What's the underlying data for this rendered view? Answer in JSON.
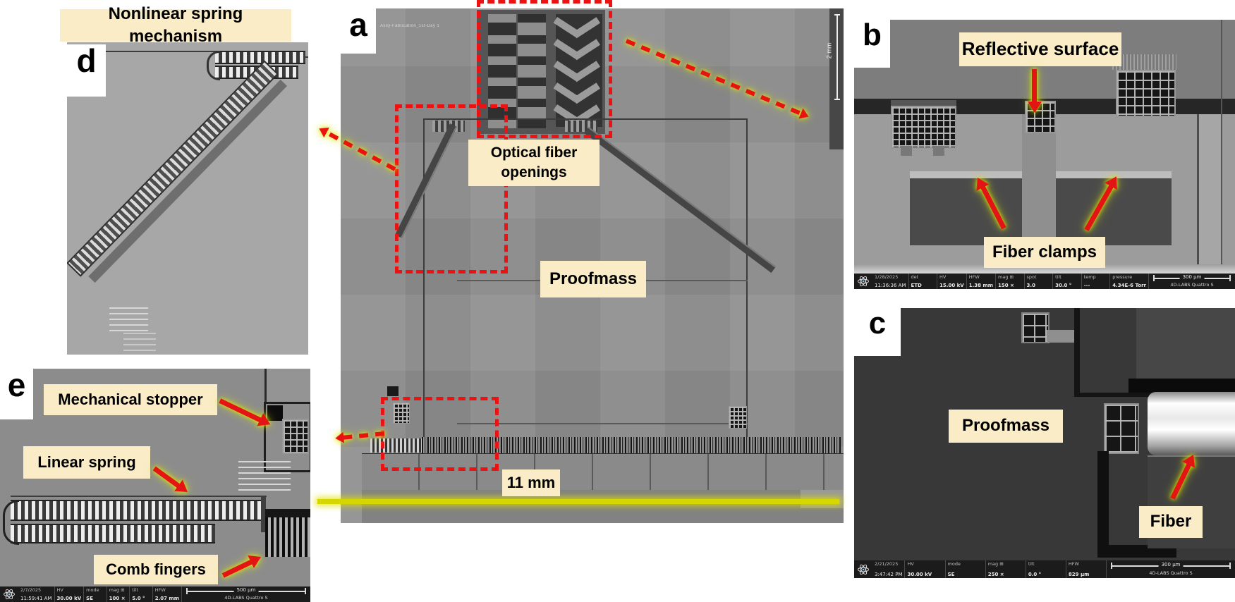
{
  "figure": {
    "panels": {
      "a": {
        "letter": "a",
        "watermark": "Assy-Fabrication_1st-Day 1",
        "scalebar_vertical": "2 mm",
        "annotations": {
          "optical_fiber_line1": "Optical fiber",
          "optical_fiber_line2": "openings",
          "proofmass": "Proofmass",
          "scale_horizontal": "11 mm"
        }
      },
      "b": {
        "letter": "b",
        "annotations": {
          "reflective_surface": "Reflective surface",
          "fiber_clamps": "Fiber clamps"
        }
      },
      "c": {
        "letter": "c",
        "annotations": {
          "proofmass": "Proofmass",
          "fiber": "Fiber"
        }
      },
      "d": {
        "letter": "d",
        "title": "Nonlinear spring mechanism"
      },
      "e": {
        "letter": "e",
        "annotations": {
          "mechanical_stopper": "Mechanical stopper",
          "linear_spring": "Linear spring",
          "comb_fingers": "Comb fingers"
        }
      }
    },
    "micrographs": [
      {
        "panel": "b",
        "date": "1/28/2025",
        "time": "11:36:36 AM",
        "fields": [
          {
            "label": "det",
            "value": "ETD"
          },
          {
            "label": "HV",
            "value": "15.00 kV"
          },
          {
            "label": "HFW",
            "value": "1.38 mm"
          },
          {
            "label": "mag ⊞",
            "value": "150 ×"
          },
          {
            "label": "spot",
            "value": "3.0"
          },
          {
            "label": "tilt",
            "value": "30.0 °"
          },
          {
            "label": "temp",
            "value": "---"
          },
          {
            "label": "pressure",
            "value": "4.34E-6 Torr"
          }
        ],
        "scale": "300 μm",
        "instrument": "4D-LABS Quattro S"
      },
      {
        "panel": "c",
        "date": "2/21/2025",
        "time": "3:47:42 PM",
        "fields": [
          {
            "label": "HV",
            "value": "30.00 kV"
          },
          {
            "label": "mode",
            "value": "SE"
          },
          {
            "label": "mag ⊞",
            "value": "250 ×"
          },
          {
            "label": "tilt",
            "value": "0.0 °"
          },
          {
            "label": "HFW",
            "value": "829 μm"
          }
        ],
        "scale": "300 μm",
        "instrument": "4D-LABS Quattro S"
      },
      {
        "panel": "e",
        "date": "2/7/2025",
        "time": "11:59:41 AM",
        "fields": [
          {
            "label": "HV",
            "value": "30.00 kV"
          },
          {
            "label": "mode",
            "value": "SE"
          },
          {
            "label": "mag ⊞",
            "value": "100 ×"
          },
          {
            "label": "tilt",
            "value": "5.0 °"
          },
          {
            "label": "HFW",
            "value": "2.07 mm"
          }
        ],
        "scale": "500 μm",
        "instrument": "4D-LABS Quattro S"
      }
    ],
    "colors": {
      "label_bg": "#f9ecc6",
      "arrow_red": "#e41414",
      "dash_red": "#ea1212",
      "glow_yellow": "#dfe900",
      "scale_line_yellow": "#d6d600",
      "metabar_bg": "#1b1b1b"
    }
  }
}
